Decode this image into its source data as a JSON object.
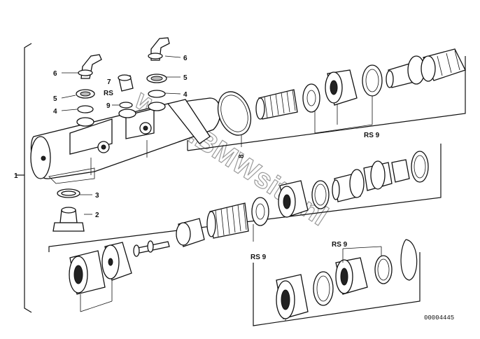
{
  "labels": {
    "l1": "1",
    "l2": "2",
    "l3": "3",
    "l4a": "4",
    "l5a": "5",
    "l6a": "6",
    "l7": "7",
    "rsA": "RS",
    "l9a": "9",
    "l6b": "6",
    "l5b": "5",
    "l4b": "4",
    "l8": "8",
    "rs9a": "RS  9",
    "rs9b": "RS  9",
    "rs9c": "RS  9"
  },
  "part_number": "00004445",
  "watermark": "www.BMWsite.nl"
}
